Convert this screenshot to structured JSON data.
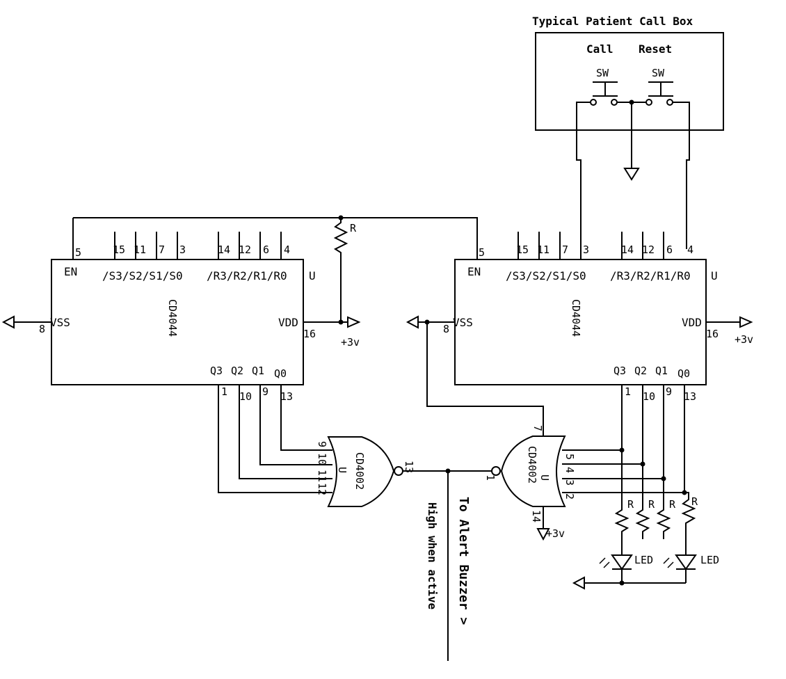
{
  "call_box": {
    "title": "Typical Patient Call Box",
    "call_label": "Call",
    "reset_label": "Reset",
    "switch_label": "SW"
  },
  "ic_left": {
    "part": "CD4044",
    "unit": "U",
    "en": "EN",
    "vss": "VSS",
    "vdd": "VDD",
    "s_inputs": "/S3/S2/S1/S0",
    "r_inputs": "/R3/R2/R1/R0",
    "outputs": [
      "Q3",
      "Q2",
      "Q1",
      "Q0"
    ],
    "pin_en": "5",
    "pins_s": [
      "15",
      "11",
      "7",
      "3"
    ],
    "pins_r": [
      "14",
      "12",
      "6",
      "4"
    ],
    "pin_vss": "8",
    "pin_vdd": "16",
    "pins_q": [
      "1",
      "10",
      "9",
      "13"
    ]
  },
  "ic_right": {
    "part": "CD4044",
    "unit": "U",
    "en": "EN",
    "vss": "VSS",
    "vdd": "VDD",
    "s_inputs": "/S3/S2/S1/S0",
    "r_inputs": "/R3/R2/R1/R0",
    "outputs": [
      "Q3",
      "Q2",
      "Q1",
      "Q0"
    ],
    "pin_en": "5",
    "pins_s": [
      "15",
      "11",
      "7",
      "3"
    ],
    "pins_r": [
      "14",
      "12",
      "6",
      "4"
    ],
    "pin_vss": "8",
    "pin_vdd": "16",
    "pins_q": [
      "1",
      "10",
      "9",
      "13"
    ]
  },
  "nor_left": {
    "part": "CD4002",
    "unit": "U",
    "input_pins": [
      "9",
      "10",
      "11",
      "12"
    ],
    "output_pin": "13"
  },
  "nor_right": {
    "part": "CD4002",
    "unit": "U",
    "input_pins": [
      "5",
      "4",
      "3",
      "2"
    ],
    "output_pin": "1",
    "pin_vss": "7",
    "pin_vdd": "14"
  },
  "supply": {
    "left": "+3v",
    "right": "+3v",
    "nor": "+3v"
  },
  "resistor_label": "R",
  "led_label": "LED",
  "output": {
    "to": "To Alert Buzzer >",
    "note": "High when active"
  }
}
